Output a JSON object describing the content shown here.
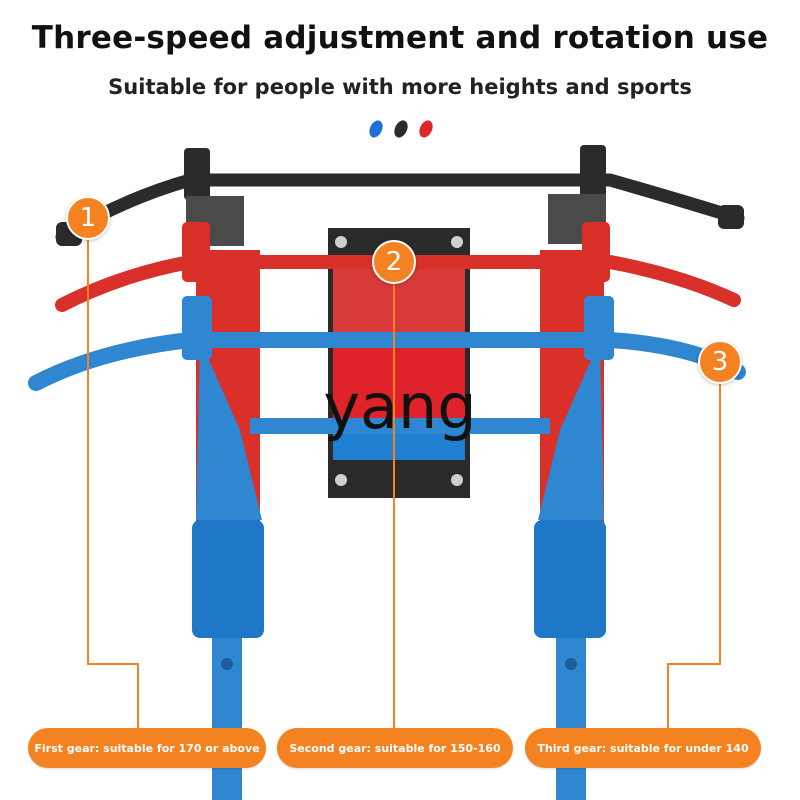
{
  "headline": "Three-speed adjustment and rotation use",
  "subheadline": "Suitable for people with more heights and sports",
  "color_options": [
    {
      "name": "blue",
      "color": "#1f6fd6"
    },
    {
      "name": "black",
      "color": "#2b2b2b"
    },
    {
      "name": "red",
      "color": "#e0262a"
    }
  ],
  "gears": [
    {
      "number": "1",
      "caption": "First gear: suitable for 170 or above",
      "bar_color": "#2b2b2b"
    },
    {
      "number": "2",
      "caption": "Second gear: suitable for 150-160",
      "bar_color": "#d9302a"
    },
    {
      "number": "3",
      "caption": "Third gear: suitable for under 140",
      "bar_color": "#2f86d1"
    }
  ],
  "accent_color": "#f58220",
  "watermark": "yang"
}
